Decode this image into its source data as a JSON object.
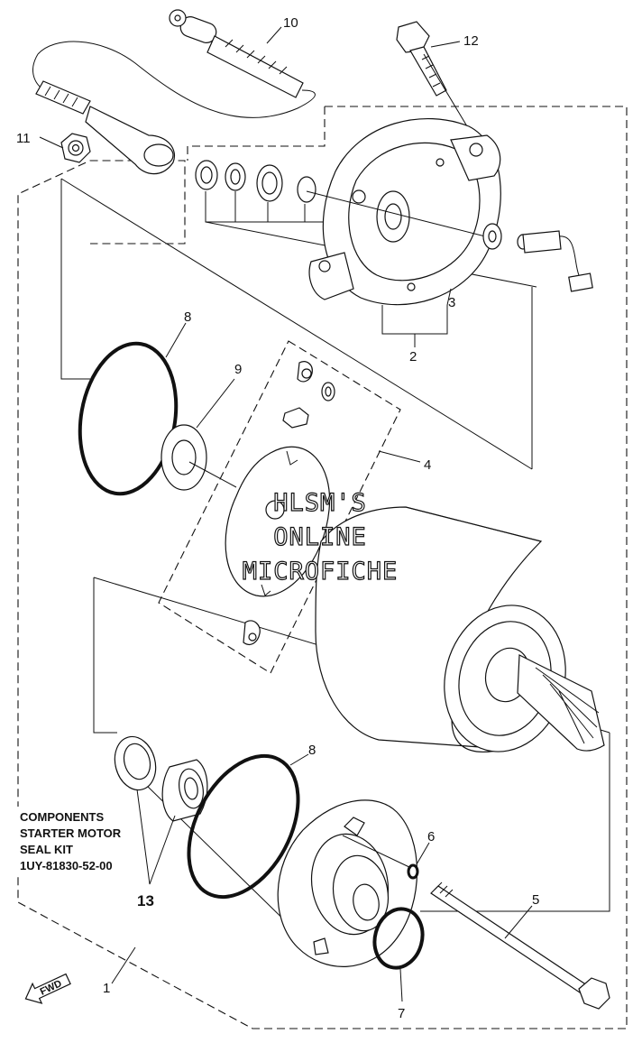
{
  "callouts": {
    "c1": "1",
    "c2": "2",
    "c3": "3",
    "c4": "4",
    "c5": "5",
    "c6": "6",
    "c7": "7",
    "c8a": "8",
    "c8b": "8",
    "c9": "9",
    "c10": "10",
    "c11": "11",
    "c12": "12",
    "c13": "13"
  },
  "note": {
    "line1": "COMPONENTS",
    "line2": "STARTER MOTOR",
    "line3": "SEAL KIT",
    "line4": "1UY-81830-52-00"
  },
  "watermark": {
    "line1": "HLSM'S",
    "line2": "ONLINE",
    "line3": "MICROFICHE"
  },
  "fwd_label": "FWD"
}
